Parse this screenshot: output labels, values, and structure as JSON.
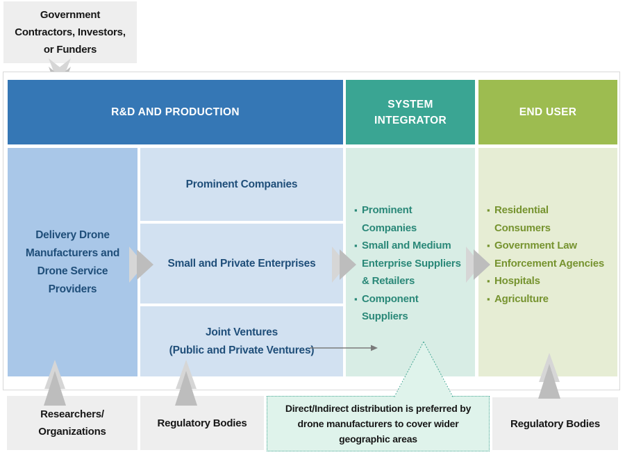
{
  "colors": {
    "header_blue": "#3577B5",
    "header_teal": "#3AA593",
    "header_green": "#9DBC50",
    "manufacturers_box_blue": "#A9C7E8",
    "sub_box_light_blue": "#D2E1F1",
    "system_integrator_light_teal": "#D8EDE5",
    "end_user_light_green": "#E6EDD4",
    "grey_box": "#EEEEEE",
    "callout_bg": "#DFF3EB",
    "callout_border": "#44A894",
    "text_dark_blue": "#1F4E79",
    "text_teal": "#2A8878",
    "text_olive": "#76932F",
    "arrow_grey": "#BDBDBD"
  },
  "icons": {
    "top_arrow": "chevron-down-arrow",
    "flow_arrow": "chevron-right-arrow",
    "bottom_arrow": "chevron-up-arrow",
    "leader_arrow": "thin-right-arrow",
    "callout_pointer": "dotted-triangle-pointer",
    "bullet": "square-bullet"
  },
  "top": {
    "government_box": "Government\nContractors, Investors,\nor Funders"
  },
  "headers": {
    "rd_production": "R&D AND PRODUCTION",
    "system_integrator": "SYSTEM\nINTEGRATOR",
    "end_user": "END USER"
  },
  "rd_column": {
    "manufacturers_box": "Delivery Drone\nManufacturers and\nDrone Service\nProviders",
    "sub_boxes": [
      "Prominent Companies",
      "Small and Private Enterprises",
      "Joint Ventures\n(Public and Private Ventures)"
    ]
  },
  "system_integrator_column": {
    "items": [
      "Prominent\nCompanies",
      "Small and Medium\nEnterprise Suppliers\n& Retailers",
      "Component\nSuppliers"
    ]
  },
  "end_user_column": {
    "items": [
      "Residential\nConsumers",
      "Government Law\nEnforcement Agencies",
      "Hospitals",
      "Agriculture"
    ]
  },
  "bottom": {
    "researchers_box": "Researchers/\nOrganizations",
    "regulatory_box_left": "Regulatory Bodies",
    "callout": "Direct/Indirect distribution is preferred by\ndrone manufacturers to cover wider\ngeographic areas",
    "regulatory_box_right": "Regulatory Bodies"
  }
}
